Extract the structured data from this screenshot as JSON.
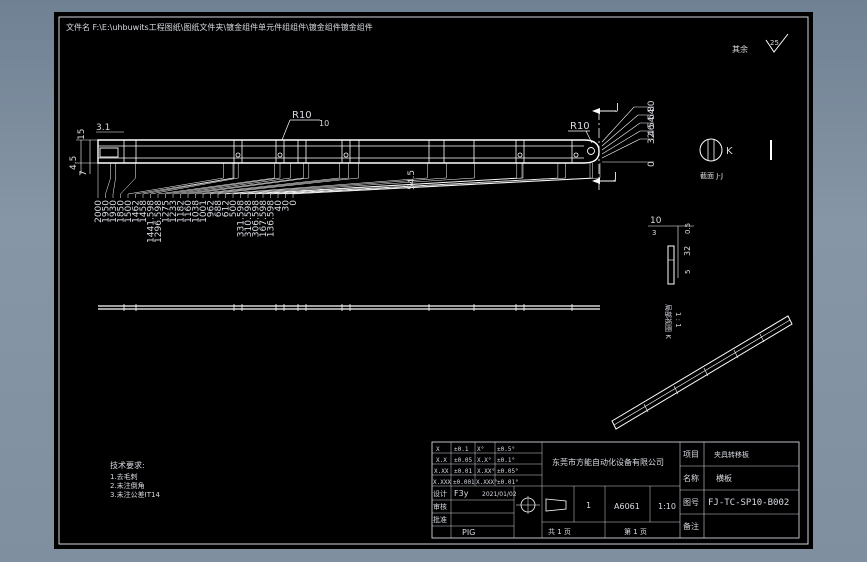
{
  "file_path": "文件名 F:\\E:\\uhbuwits工程图纸\\图纸文件夹\\镀金组件单元件组组件\\镀金组件镀金组件",
  "surface_note": "其余",
  "roughness_symbol": "25",
  "section_label_top": "J",
  "section_label_bottom": "J",
  "section_label_detail": "K",
  "detail_caption": "截面 J-J",
  "side_caption": "局部视图 K",
  "side_scale": "1 : 1",
  "radius_left": "R10",
  "radius_right": "R10",
  "dims_left_vertical": [
    "15",
    "7",
    "4.5"
  ],
  "dim_31": "3.1",
  "dim_top_gap": "10",
  "dim_54": "54.5",
  "dims_right_stack": [
    "80",
    "64",
    "54",
    "46",
    "32",
    "0"
  ],
  "dims_bottom": [
    "2000",
    "1950",
    "1930",
    "1850",
    "1500",
    "1462",
    "1458",
    "1441.598",
    "1296.598",
    "1275",
    "1233",
    "1182",
    "1160",
    "1038",
    "1001",
    "962",
    "688",
    "612",
    "500",
    "331.598",
    "310.598",
    "306.598",
    "167.598",
    "136.598",
    "40",
    "30",
    "0"
  ],
  "detail_dims": [
    "10",
    "3",
    "0.5",
    "32",
    "5"
  ],
  "tech_notes_title": "技术要求:",
  "tech_notes": [
    "1.去毛刺",
    "2.未注倒角",
    "3.未注公差IT14"
  ],
  "tolerance_table": [
    [
      "X",
      "±0.1",
      "X°",
      "±0.5°"
    ],
    [
      "X.X",
      "±0.05",
      "X.X°",
      "±0.1°"
    ],
    [
      "X.XX",
      "±0.01",
      "X.XX°",
      "±0.05°"
    ],
    [
      "X.XXX",
      "±0.001",
      "X.XXX°",
      "±0.01°"
    ]
  ],
  "company": "东莞市方能自动化设备有限公司",
  "designer_label": "设计",
  "designer": "F3y",
  "date": "2021/01/02",
  "checker_label": "审核",
  "approver_label": "批准",
  "approver": "PIG",
  "quantity": "1",
  "material": "A6061",
  "scale": "1:10",
  "sheet_total": "共 1 页",
  "sheet_no": "第 1 页",
  "project_label": "项目",
  "project_value": "夹具转移板",
  "part_label": "名称",
  "part_value": "横板",
  "drawing_no_label": "图号",
  "drawing_no": "FJ-TC-SP10-B002",
  "remark_label": "备注"
}
